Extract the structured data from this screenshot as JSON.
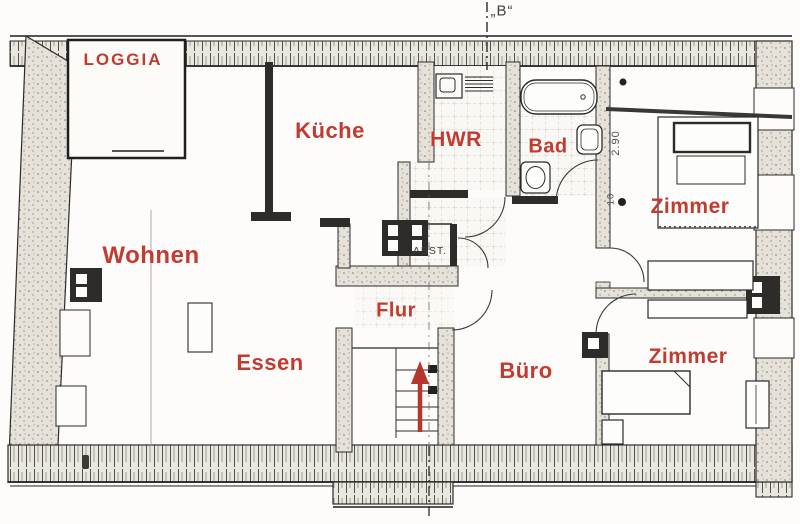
{
  "section": {
    "label": "„B“"
  },
  "rooms": {
    "loggia": "LOGGIA",
    "kueche": "Küche",
    "hwr": "HWR",
    "bad": "Bad",
    "zimmer_top": "Zimmer",
    "wohnen": "Wohnen",
    "essen": "Essen",
    "flur": "Flur",
    "buero": "Büro",
    "zimmer_bottom": "Zimmer",
    "abst": "ABST."
  },
  "dimensions": {
    "dim_290": "2.90",
    "dim_10": "10"
  },
  "colors": {
    "room_label_red": "#c23a30",
    "stair_arrow_red": "#b5362c",
    "wall_line": "#2b2b2b",
    "wall_fill": "#eae7e0",
    "annotation_gray": "#55534e",
    "paper": "#fdfcfa"
  }
}
